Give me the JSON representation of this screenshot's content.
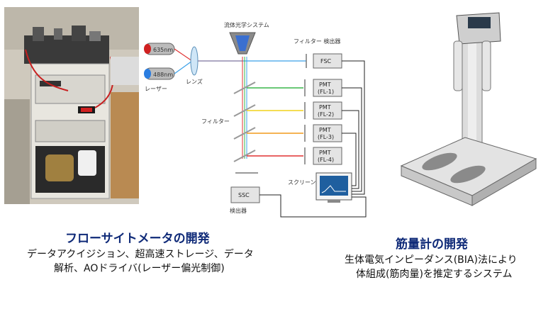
{
  "left_section": {
    "title": "フローサイトメータの開発",
    "desc_line1": "データアクイジション、超高速ストレージ、データ",
    "desc_line2": "解析、AOドライバ(レーザー偏光制御)"
  },
  "right_section": {
    "title": "筋量計の開発",
    "desc_line1": "生体電気インピーダンス(BIA)法により",
    "desc_line2": "体組成(筋肉量)を推定するシステム"
  },
  "diagram": {
    "fluidics": "流体光学システム",
    "filter_detector": "フィルター 検出器",
    "laser1": "635nm",
    "laser2": "488nm",
    "laser": "レーザー",
    "lens": "レンズ",
    "filter": "フィルター",
    "screen": "スクリーン",
    "detector": "検出器",
    "fsc": "FSC",
    "ssc": "SSC",
    "pmt1_a": "PMT",
    "pmt1_b": "(FL-1)",
    "pmt2_a": "PMT",
    "pmt2_b": "(FL-2)",
    "pmt3_a": "PMT",
    "pmt3_b": "(FL-3)",
    "pmt4_a": "PMT",
    "pmt4_b": "(FL-4)"
  },
  "colors": {
    "title_blue": "#0f2a78",
    "beam_blue": "#3aa0e8",
    "beam_red": "#e03030",
    "beam_green": "#39b54a",
    "beam_yellow": "#f2d21b",
    "beam_orange": "#f29a1b"
  }
}
